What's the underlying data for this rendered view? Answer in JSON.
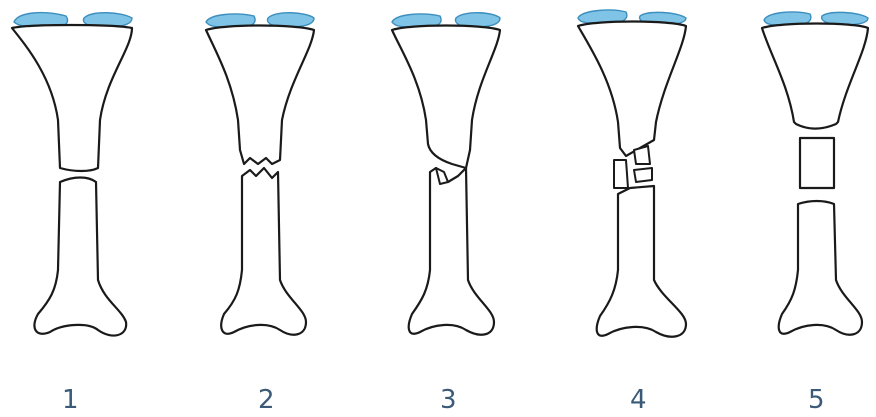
{
  "figure": {
    "panels": [
      {
        "label": "1"
      },
      {
        "label": "2"
      },
      {
        "label": "3"
      },
      {
        "label": "4"
      },
      {
        "label": "5"
      }
    ],
    "colors": {
      "outline": "#1a1a1a",
      "bone_fill": "#ffffff",
      "cartilage": "#7fc4e6",
      "label": "#3a5a78"
    }
  }
}
